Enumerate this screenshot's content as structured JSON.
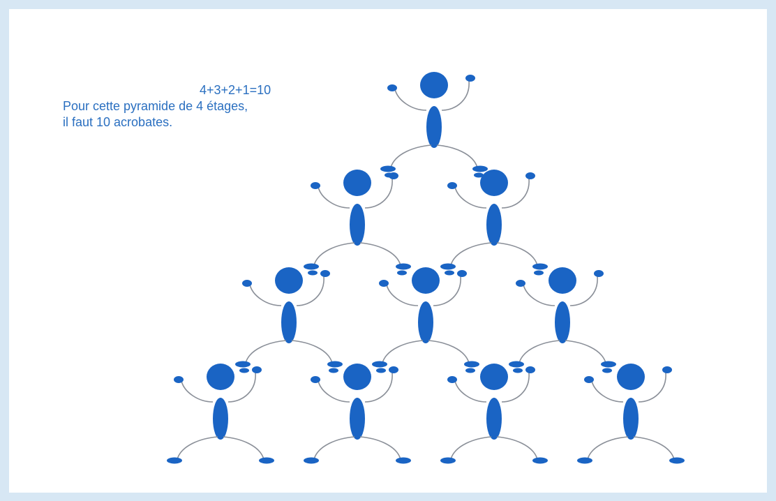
{
  "caption": {
    "equation": "4+3+2+1=10",
    "line1": "Pour cette pyramide de 4 étages,",
    "line2": "il faut 10 acrobates."
  },
  "pyramid": {
    "levels": 4,
    "acrobats_per_level": [
      1,
      2,
      3,
      4
    ],
    "total_acrobats": 10
  },
  "colors": {
    "figure": "#1a64c4",
    "limb": "#8a8f98",
    "text": "#2a6fc0",
    "frame": "#d7e7f4",
    "background": "#ffffff"
  }
}
